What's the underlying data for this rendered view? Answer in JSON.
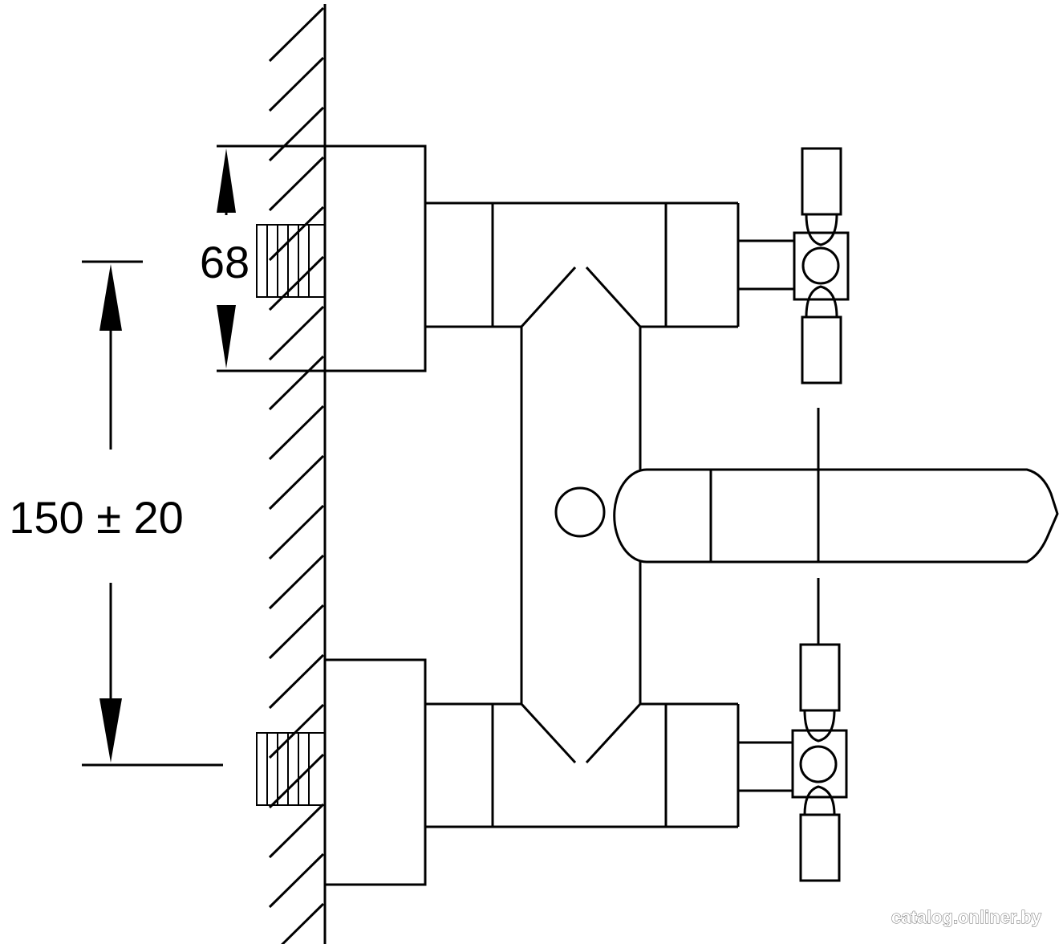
{
  "dimensions": {
    "height_label": "68",
    "spacing_label": "150 ± 20"
  },
  "watermark": "catalog.onliner.by",
  "colors": {
    "line": "#000000",
    "background": "#ffffff"
  }
}
